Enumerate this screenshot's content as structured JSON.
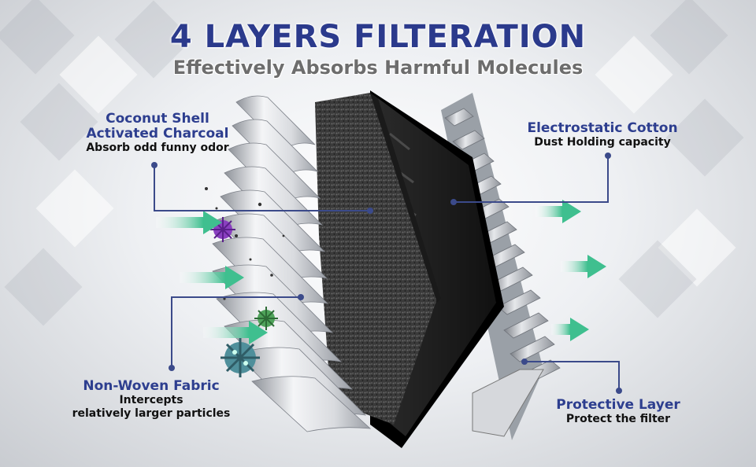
{
  "title": "4 LAYERS FILTERATION",
  "subtitle": "Effectively Absorbs Harmful Molecules",
  "colors": {
    "heading": "#2d3e8f",
    "leader_line": "#3b4a8a",
    "arrow": "#3fbf8f",
    "title": "#2b3a8c"
  },
  "labels": {
    "charcoal": {
      "heading_line1": "Coconut Shell",
      "heading_line2": "Activated Charcoal",
      "desc": "Absorb odd funny odor"
    },
    "electrostatic": {
      "heading": "Electrostatic Cotton",
      "desc": "Dust Holding capacity"
    },
    "nonwoven": {
      "heading": "Non-Woven Fabric",
      "desc_line1": "Intercepts",
      "desc_line2": "relatively larger particles"
    },
    "protective": {
      "heading": "Protective Layer",
      "desc": "Protect the filter"
    }
  },
  "icons": [
    "virus-particle-icon",
    "airflow-arrow-icon"
  ]
}
